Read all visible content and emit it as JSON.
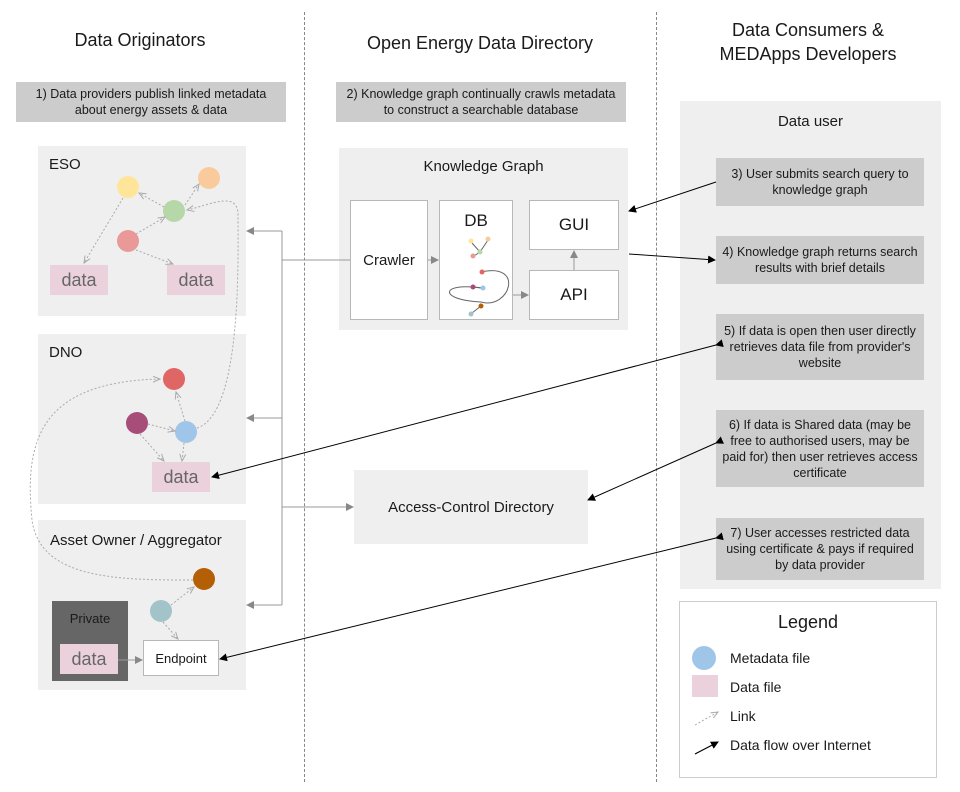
{
  "columns": {
    "originators": "Data Originators",
    "directory": "Open Energy Data Directory",
    "consumers_line1": "Data Consumers &",
    "consumers_line2": "MEDApps Developers"
  },
  "notes": {
    "step1": "1) Data providers publish linked metadata about energy assets & data",
    "step2": "2) Knowledge graph continually crawls metadata to construct a searchable database"
  },
  "originators": {
    "eso": {
      "label": "ESO",
      "data1": "data",
      "data2": "data"
    },
    "dno": {
      "label": "DNO",
      "data": "data"
    },
    "asset": {
      "label": "Asset Owner / Aggregator",
      "private": "Private",
      "data": "data",
      "endpoint": "Endpoint"
    }
  },
  "knowledge_graph": {
    "title": "Knowledge Graph",
    "crawler": "Crawler",
    "db": "DB",
    "gui": "GUI",
    "api": "API"
  },
  "access_control": "Access-Control Directory",
  "data_user": {
    "title": "Data user",
    "steps": [
      "3) User submits search query to knowledge graph",
      "4) Knowledge graph returns search results with brief details",
      "5) If data is open then user directly retrieves data file from provider's website",
      "6) If data is Shared data (may be free to authorised users, may be paid for) then user retrieves access certificate",
      "7) User accesses restricted data using certificate & pays if required by data provider"
    ]
  },
  "legend": {
    "title": "Legend",
    "metadata": "Metadata file",
    "datafile": "Data file",
    "link": "Link",
    "flow": "Data flow over Internet"
  },
  "colors": {
    "panel": "#efefef",
    "note": "#cccccc",
    "data_file": "#ead1dc",
    "private": "#666666",
    "metadata": "#9fc5e8",
    "yellow": "#ffe599",
    "orange": "#f9cb9c",
    "green": "#b6d7a8",
    "pink": "#ea9999",
    "red": "#e06666",
    "plum": "#a64d79",
    "brown": "#b45f06",
    "teal": "#a2c4c9"
  }
}
